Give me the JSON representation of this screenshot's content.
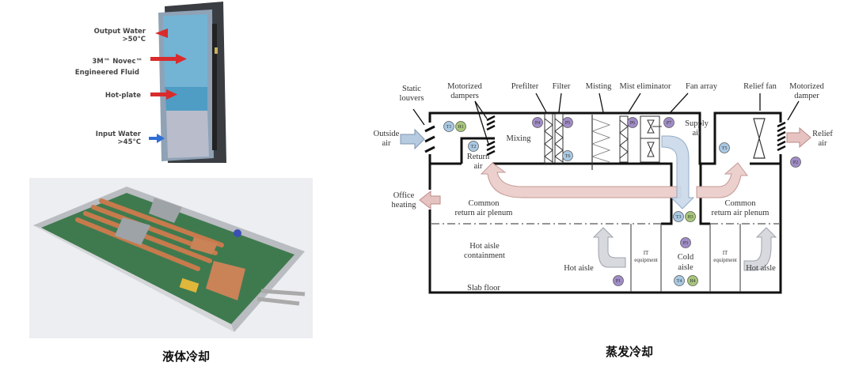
{
  "liquid_cooling": {
    "caption": "液体冷却",
    "labels": {
      "output_water": [
        "Output Water",
        ">50°C"
      ],
      "novec": [
        "3M™ Novec™",
        "Engineered Fluid"
      ],
      "hot_plate": "Hot-plate",
      "input_water": [
        "Input Water",
        ">45°C"
      ]
    }
  },
  "evaporative_cooling": {
    "caption": "蒸发冷却",
    "labels": {
      "static_louvers": [
        "Static",
        "louvers"
      ],
      "motorized_dampers": [
        "Motorized",
        "dampers"
      ],
      "prefilter": "Prefilter",
      "filter": "Filter",
      "misting": "Misting",
      "mist_eliminator": "Mist eliminator",
      "fan_array": "Fan array",
      "relief_fan": "Relief fan",
      "motorized_damper": [
        "Motorized",
        "damper"
      ],
      "outside_air": [
        "Outside",
        "air"
      ],
      "mixing": "Mixing",
      "return_air": [
        "Return",
        "air"
      ],
      "supply_air": [
        "Supply",
        "air"
      ],
      "relief_air": [
        "Relief",
        "air"
      ],
      "office_heating": [
        "Office",
        "heating"
      ],
      "common_return_left": [
        "Common",
        "return air plenum"
      ],
      "common_return_right": [
        "Common",
        "return air plenum"
      ],
      "hot_aisle_containment": [
        "Hot aisle",
        "containment"
      ],
      "hot_aisle_left": "Hot aisle",
      "hot_aisle_right": "Hot aisle",
      "slab_floor": "Slab floor",
      "it_equipment_left": [
        "IT",
        "equipment"
      ],
      "it_equipment_right": [
        "IT",
        "equipment"
      ],
      "cold_aisle": [
        "Cold",
        "aisle"
      ]
    },
    "sensor_colors": {
      "T": "#a9c8e2",
      "H": "#a6c67a",
      "P": "#a08cc6"
    },
    "sensors": [
      "T1",
      "H1",
      "T2",
      "P4",
      "P5",
      "T6",
      "P6",
      "P7",
      "T5",
      "P2",
      "T3",
      "H3",
      "P3",
      "P1",
      "T4",
      "H4"
    ]
  }
}
